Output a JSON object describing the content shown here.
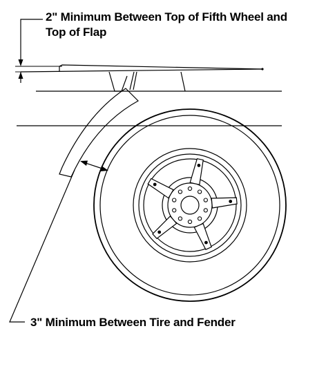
{
  "callouts": {
    "top_line1": "2\" Minimum Between Top of Fifth Wheel and",
    "top_line2": "Top of Flap",
    "bottom": "3\" Minimum Between Tire and Fender"
  },
  "colors": {
    "ink": "#000000",
    "background": "#ffffff"
  },
  "wheel": {
    "spoke_count": 5,
    "lug_nut_count": 10
  }
}
